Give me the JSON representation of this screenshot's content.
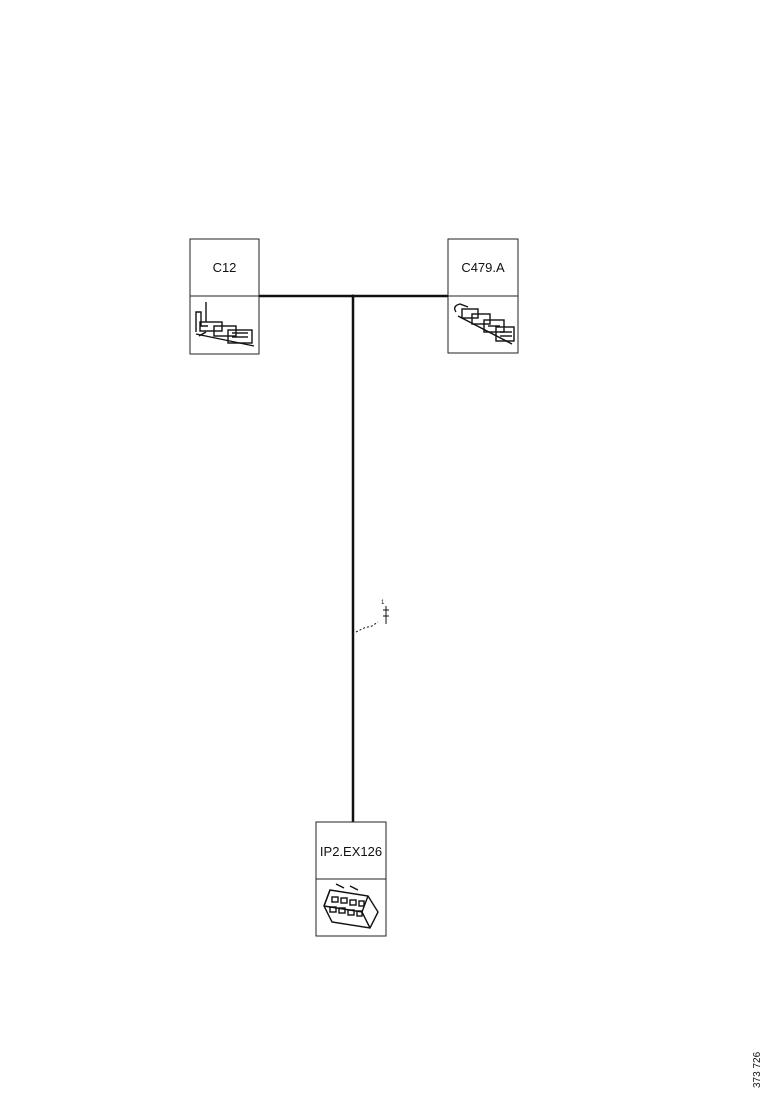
{
  "connectors": [
    {
      "id": "c12",
      "label": "C12"
    },
    {
      "id": "c479a",
      "label": "C479.A"
    },
    {
      "id": "ip2ex126",
      "label": "IP2.EX126"
    }
  ],
  "wire_mark": "1",
  "reference_number": "373 726"
}
